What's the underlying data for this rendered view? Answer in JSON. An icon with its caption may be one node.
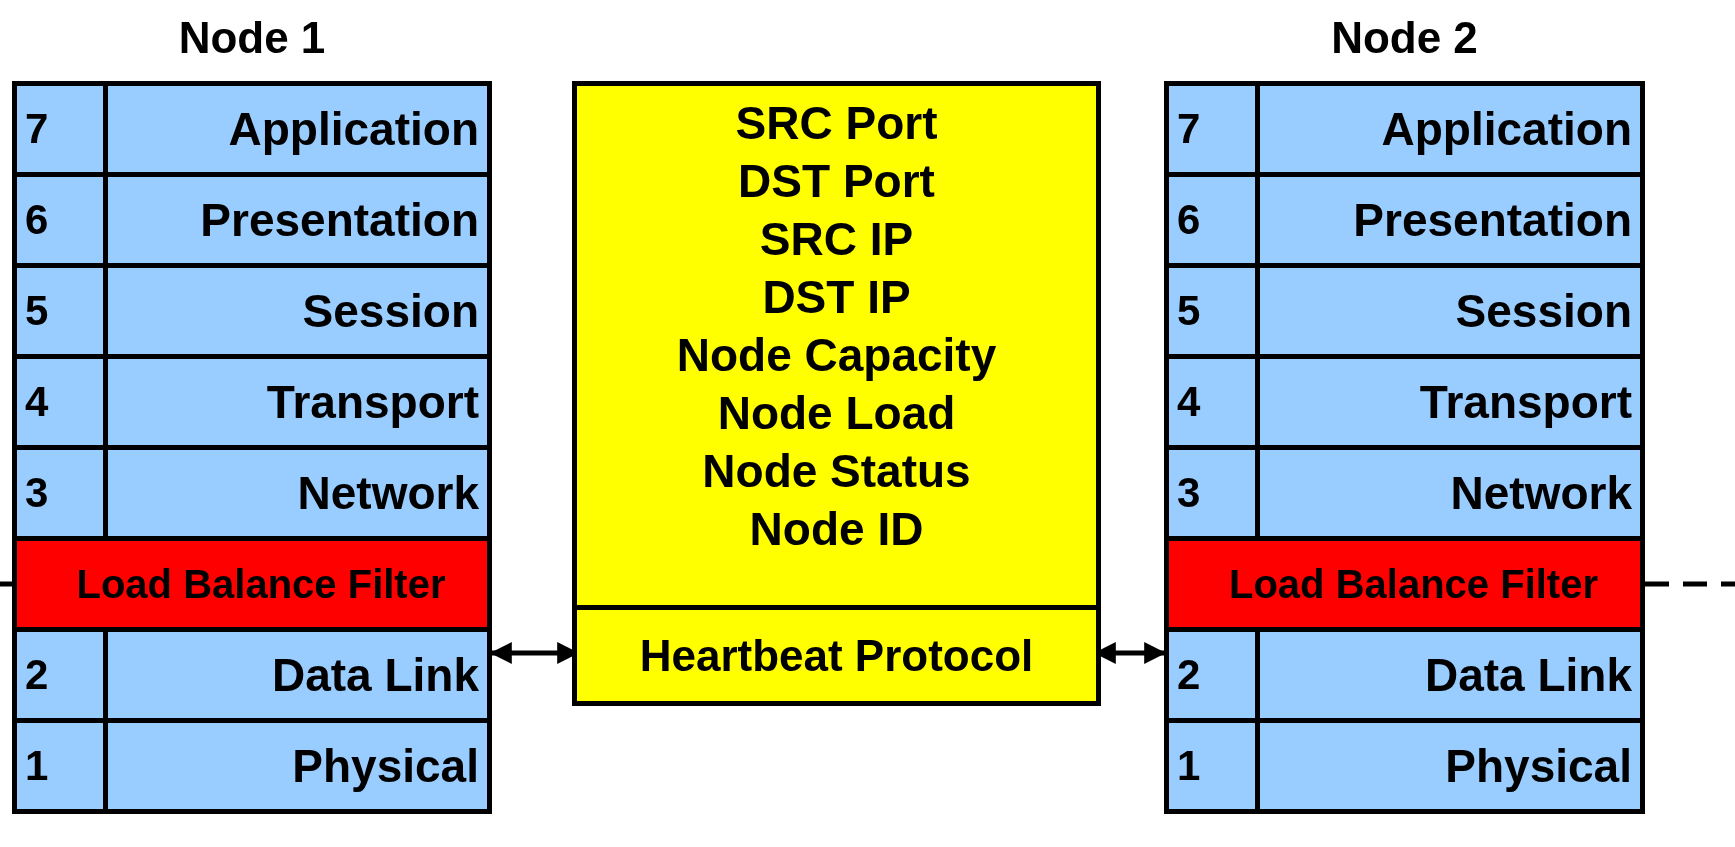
{
  "diagram": {
    "nodes": [
      {
        "text": [
          "Node 1"
        ]
      },
      {
        "text": [
          "7",
          "Application"
        ],
        "in": 0
      },
      {
        "text": [
          "6",
          "Presentation"
        ],
        "in": 0
      },
      {
        "text": [
          "5",
          "Session"
        ],
        "in": 0
      },
      {
        "text": [
          "4",
          "Transport"
        ],
        "in": 0
      },
      {
        "text": [
          "3",
          "Network"
        ],
        "in": 0
      },
      {
        "text": [
          "Load Balance Filter"
        ],
        "in": 0
      },
      {
        "text": [
          "2",
          "Data Link"
        ],
        "in": 0
      },
      {
        "text": [
          "1",
          "Physical"
        ],
        "in": 0
      },
      {
        "text": [
          "SRC Port",
          "DST Port",
          "SRC IP",
          "DST IP",
          "Node Capacity",
          "Node Load",
          "Node Status",
          "Node ID"
        ]
      },
      {
        "text": [
          "Heartbeat Protocol"
        ],
        "in": 9
      },
      {
        "text": [
          "Node 2"
        ]
      },
      {
        "text": [
          "7",
          "Application"
        ],
        "in": 11
      },
      {
        "text": [
          "6",
          "Presentation"
        ],
        "in": 11
      },
      {
        "text": [
          "5",
          "Session"
        ],
        "in": 11
      },
      {
        "text": [
          "4",
          "Transport"
        ],
        "in": 11
      },
      {
        "text": [
          "3",
          "Network"
        ],
        "in": 11
      },
      {
        "text": [
          "Load Balance Filter"
        ],
        "in": 11
      },
      {
        "text": [
          "2",
          "Data Link"
        ],
        "in": 11
      },
      {
        "text": [
          "1",
          "Physical"
        ],
        "in": 11
      }
    ],
    "edges": [
      {
        "from": 0,
        "to": 10,
        "arrow": "both"
      },
      {
        "from": 10,
        "to": 11,
        "arrow": "both"
      },
      {
        "from": null,
        "to": 6,
        "arrow": "none",
        "style": "dashed"
      },
      {
        "from": 17,
        "to": null,
        "arrow": "none",
        "style": "dashed"
      }
    ]
  }
}
